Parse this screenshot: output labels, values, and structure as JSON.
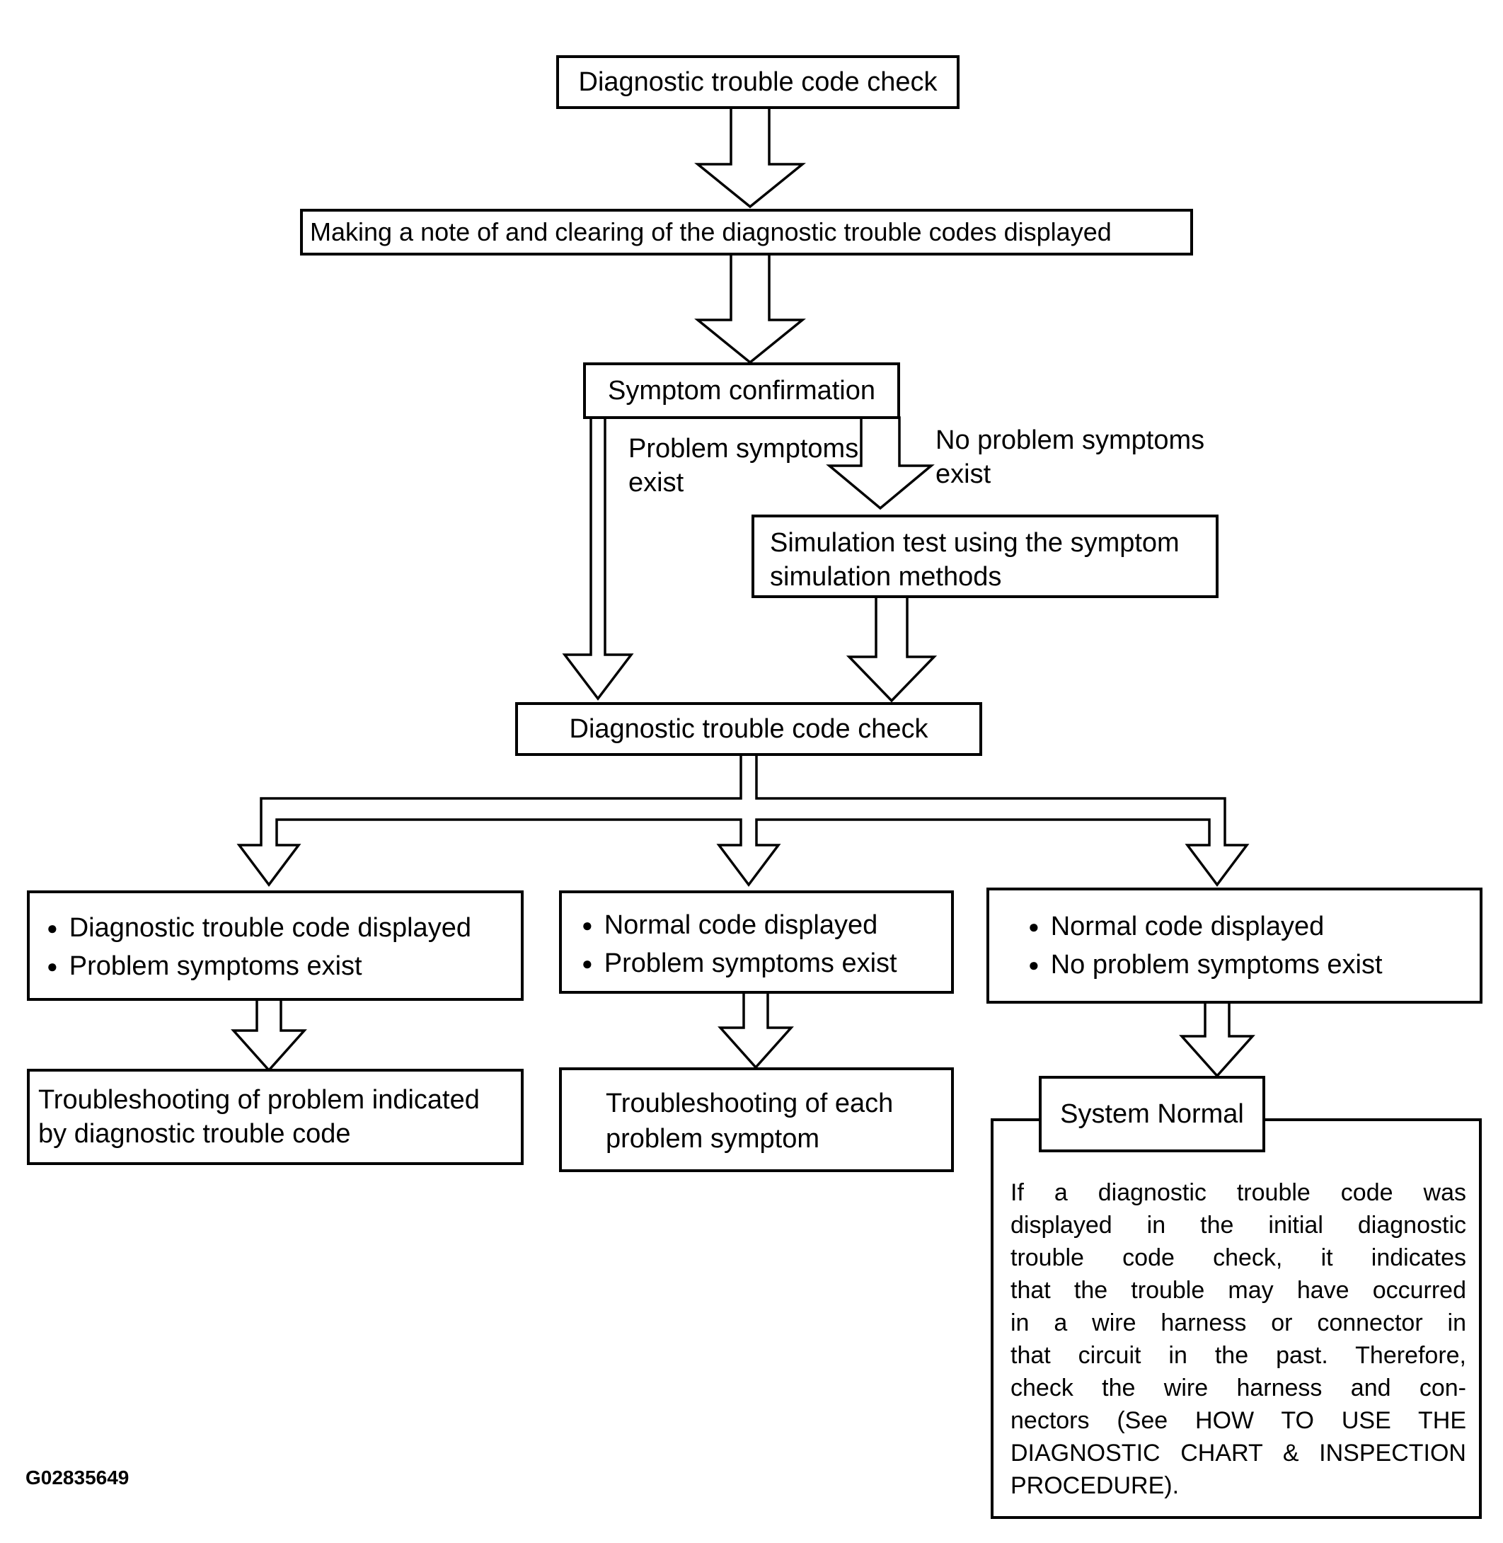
{
  "figure_id": "G02835649",
  "colors": {
    "line": "#000000",
    "background": "#ffffff"
  },
  "flow": {
    "bullet": "●",
    "box_dtc_check_1": "Diagnostic trouble code check",
    "box_note_clear": "Making a note of and clearing of the diagnostic trouble codes displayed",
    "box_symptom_confirmation": "Symptom confirmation",
    "label_problem_exist": "Problem symptoms exist",
    "label_no_problem_exist": "No problem symptoms exist",
    "box_simulation": {
      "line1": "Simulation test using the symptom",
      "line2": "simulation methods"
    },
    "box_dtc_check_2": "Diagnostic trouble code check",
    "branch_left": {
      "items": [
        "Diagnostic trouble code displayed",
        "Problem symptoms exist"
      ]
    },
    "branch_mid": {
      "items": [
        "Normal code displayed",
        "Problem symptoms exist"
      ]
    },
    "branch_right": {
      "items": [
        "Normal code displayed",
        "No problem symptoms exist"
      ]
    },
    "box_troubleshoot_dtc": {
      "line1": "Troubleshooting of problem indicated",
      "line2": "by diagnostic trouble code"
    },
    "box_troubleshoot_symptom": {
      "line1": "Troubleshooting of each",
      "line2": "problem symptom"
    },
    "system_normal": {
      "title": "System Normal",
      "note_lines": [
        "If a diagnostic trouble code was",
        "displayed in the initial diagnostic",
        "trouble code check, it indicates",
        "that the trouble may have occurred",
        "in a wire harness or connector in",
        "that circuit in the past. Therefore,",
        "check the wire harness and con-",
        "nectors (See HOW TO USE THE",
        "DIAGNOSTIC CHART & INSPECTION",
        "PROCEDURE)."
      ]
    }
  }
}
